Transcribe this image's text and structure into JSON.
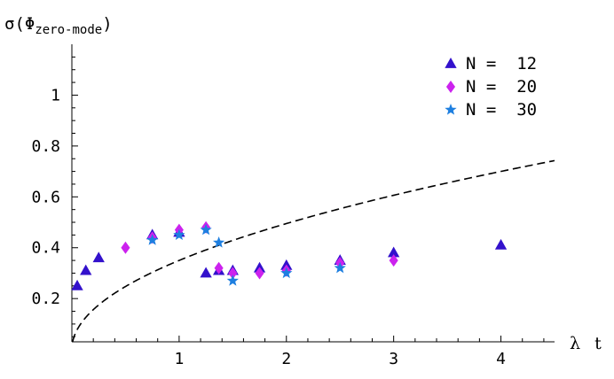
{
  "chart_data": {
    "type": "scatter",
    "ylabel_symbol": "σ(Φ",
    "ylabel_subscript": "zero-mode",
    "ylabel_close": ")",
    "xlabel": "λ t",
    "xlim": [
      0,
      4.5
    ],
    "ylim": [
      0.03,
      1.2
    ],
    "x_ticks": [
      1,
      2,
      3,
      4
    ],
    "x_tick_labels": [
      "1",
      "2",
      "3",
      "4"
    ],
    "y_ticks": [
      0.2,
      0.4,
      0.6,
      0.8,
      1.0
    ],
    "y_tick_labels": [
      "0.2",
      "0.4",
      "0.6",
      "0.8",
      "1"
    ],
    "grid": false,
    "legend_position": "top-right",
    "series": [
      {
        "name": "N =  12",
        "marker": "triangle",
        "color": "#3311cc",
        "points": [
          [
            0.05,
            0.25
          ],
          [
            0.13,
            0.31
          ],
          [
            0.25,
            0.36
          ],
          [
            0.75,
            0.45
          ],
          [
            1.0,
            0.46
          ],
          [
            1.25,
            0.3
          ],
          [
            1.37,
            0.31
          ],
          [
            1.5,
            0.31
          ],
          [
            1.75,
            0.32
          ],
          [
            2.0,
            0.33
          ],
          [
            2.5,
            0.35
          ],
          [
            3.0,
            0.38
          ],
          [
            4.0,
            0.41
          ]
        ]
      },
      {
        "name": "N =  20",
        "marker": "diamond",
        "color": "#cc22ee",
        "points": [
          [
            0.5,
            0.4
          ],
          [
            0.75,
            0.44
          ],
          [
            1.0,
            0.47
          ],
          [
            1.25,
            0.48
          ],
          [
            1.37,
            0.32
          ],
          [
            1.5,
            0.3
          ],
          [
            1.75,
            0.3
          ],
          [
            2.0,
            0.31
          ],
          [
            2.5,
            0.34
          ],
          [
            3.0,
            0.35
          ]
        ]
      },
      {
        "name": "N =  30",
        "marker": "star",
        "color": "#1e7fe0",
        "points": [
          [
            0.75,
            0.43
          ],
          [
            1.0,
            0.45
          ],
          [
            1.25,
            0.47
          ],
          [
            1.37,
            0.42
          ],
          [
            1.5,
            0.27
          ],
          [
            2.0,
            0.3
          ],
          [
            2.5,
            0.32
          ]
        ]
      }
    ],
    "reference_curve": {
      "style": "dashed",
      "color": "#000000",
      "formula": "sigma = 0.35 * (lambda t)^0.5"
    }
  }
}
